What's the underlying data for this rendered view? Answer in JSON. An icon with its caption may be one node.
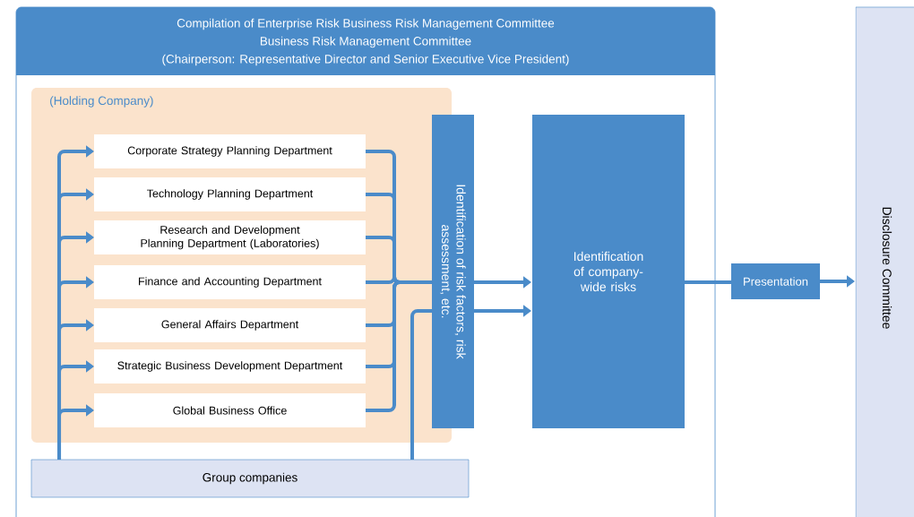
{
  "diagram": {
    "nodes": [
      {
        "text": [
          "Compilation of Enterprise Risk Business Risk Management Committee",
          "Business Risk Management Committee",
          "(Chairperson: Representative Director and Senior Executive Vice President)"
        ]
      },
      {
        "text": [
          "(Holding Company)"
        ],
        "in": 0
      },
      {
        "text": [
          "Corporate Strategy Planning Department"
        ],
        "in": 1
      },
      {
        "text": [
          "Technology Planning Department"
        ],
        "in": 1
      },
      {
        "text": [
          "Research and Development Planning Department (Laboratories)"
        ],
        "in": 1
      },
      {
        "text": [
          "Finance and Accounting Department"
        ],
        "in": 1
      },
      {
        "text": [
          "General Affairs Department"
        ],
        "in": 1
      },
      {
        "text": [
          "Strategic Business Development Department"
        ],
        "in": 1
      },
      {
        "text": [
          "Global Business Office"
        ],
        "in": 1
      },
      {
        "text": [
          "Identification of risk factors, risk assessment, etc."
        ],
        "in": 0
      },
      {
        "text": [
          "Identification of company-wide risks"
        ],
        "in": 0
      },
      {
        "text": [
          "Presentation"
        ]
      },
      {
        "text": [
          "Disclosure Committee"
        ]
      },
      {
        "text": [
          "Group companies"
        ],
        "in": 0
      }
    ],
    "edges": [
      {
        "from": 13,
        "to": 2,
        "arrow": "to"
      },
      {
        "from": 13,
        "to": 3,
        "arrow": "to"
      },
      {
        "from": 13,
        "to": 4,
        "arrow": "to"
      },
      {
        "from": 13,
        "to": 5,
        "arrow": "to"
      },
      {
        "from": 13,
        "to": 6,
        "arrow": "to"
      },
      {
        "from": 13,
        "to": 7,
        "arrow": "to"
      },
      {
        "from": 13,
        "to": 8,
        "arrow": "to"
      },
      {
        "from": 2,
        "to": 9,
        "arrow": "none"
      },
      {
        "from": 3,
        "to": 9,
        "arrow": "none"
      },
      {
        "from": 4,
        "to": 9,
        "arrow": "none"
      },
      {
        "from": 5,
        "to": 9,
        "arrow": "none"
      },
      {
        "from": 6,
        "to": 9,
        "arrow": "none"
      },
      {
        "from": 7,
        "to": 9,
        "arrow": "none"
      },
      {
        "from": 8,
        "to": 9,
        "arrow": "none"
      },
      {
        "from": 13,
        "to": 9,
        "arrow": "none"
      },
      {
        "from": 9,
        "to": 10,
        "arrow": "to"
      },
      {
        "from": 9,
        "to": 10,
        "arrow": "to"
      },
      {
        "from": 10,
        "to": 11,
        "arrow": "none"
      },
      {
        "from": 11,
        "to": 12,
        "arrow": "to"
      }
    ]
  }
}
